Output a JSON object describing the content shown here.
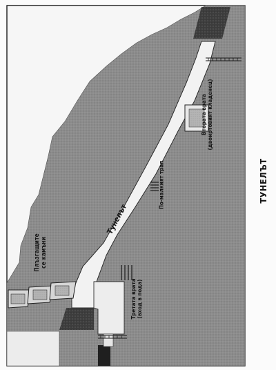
{
  "title": "ТУНЕЛЪТ",
  "labels": {
    "tunnel": "Тунелът",
    "rolling_stones": [
      "Плъзгащите",
      "се камъни"
    ],
    "second_gate": [
      "Втората врата",
      "(двоиртовият кладенец)"
    ],
    "stair": "По-малкият трап",
    "third_gate": [
      "Третата врата",
      "(вход в пода)"
    ]
  },
  "colors": {
    "rock": "#8f8f8f",
    "rock_dark": "#3f3f3f",
    "tunnel": "#f2f2f2",
    "frame": "#1a1a1a"
  }
}
